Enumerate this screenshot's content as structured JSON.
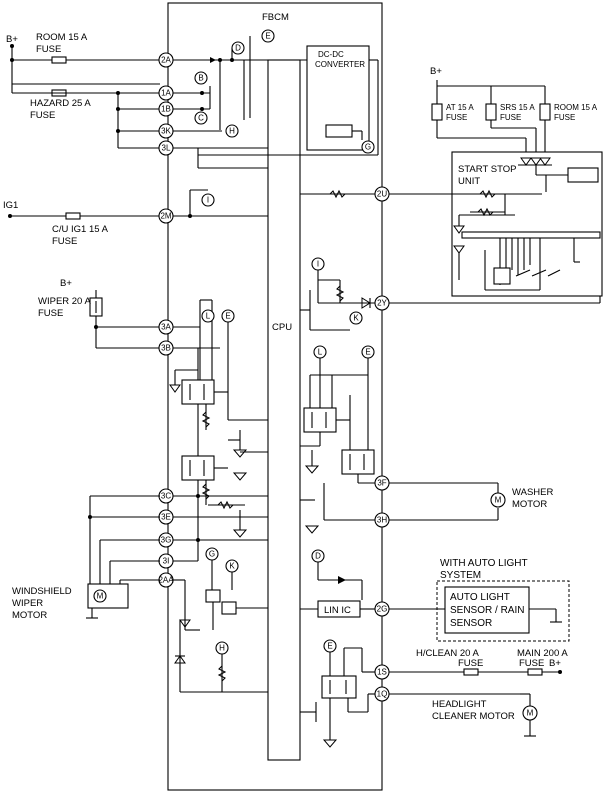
{
  "module": "FBCM",
  "cpu": "CPU",
  "dcdc": [
    "DC-DC",
    "CONVERTER"
  ],
  "lin_ic": "LIN IC",
  "power": {
    "bplus": "B+",
    "ig1": "IG1"
  },
  "fuses": {
    "room_main": [
      "ROOM 15 A",
      "FUSE"
    ],
    "hazard": [
      "HAZARD 25 A",
      "FUSE"
    ],
    "cu_ig1": [
      "C/U IG1 15 A",
      "FUSE"
    ],
    "wiper": [
      "WIPER 20 A",
      "FUSE"
    ],
    "at": [
      "AT 15 A",
      "FUSE"
    ],
    "srs": [
      "SRS 15 A",
      "FUSE"
    ],
    "room_ss": [
      "ROOM 15 A",
      "FUSE"
    ],
    "hclean": [
      "H/CLEAN 20 A",
      "FUSE"
    ],
    "main": [
      "MAIN 200 A",
      "FUSE"
    ]
  },
  "start_stop": [
    "START STOP",
    "UNIT"
  ],
  "auto_light_system": [
    "WITH AUTO LIGHT",
    "SYSTEM"
  ],
  "sensor": [
    "AUTO LIGHT",
    "SENSOR / RAIN",
    "SENSOR"
  ],
  "washer": [
    "WASHER",
    "MOTOR"
  ],
  "wiper_motor": [
    "WINDSHIELD",
    "WIPER",
    "MOTOR"
  ],
  "headlight_cleaner": [
    "HEADLIGHT",
    "CLEANER MOTOR"
  ],
  "motor_symbol": "M",
  "terminals": [
    "2A",
    "1A",
    "1B",
    "3K",
    "3L",
    "2M",
    "3A",
    "3B",
    "3C",
    "3E",
    "3G",
    "3I",
    "2AA",
    "2U",
    "2Y",
    "3F",
    "3H",
    "2G",
    "1S",
    "1Q"
  ],
  "refs": {
    "B": "B",
    "C": "C",
    "D": "D",
    "E": "E",
    "G": "G",
    "H": "H",
    "I": "I",
    "K": "K",
    "L": "L"
  }
}
